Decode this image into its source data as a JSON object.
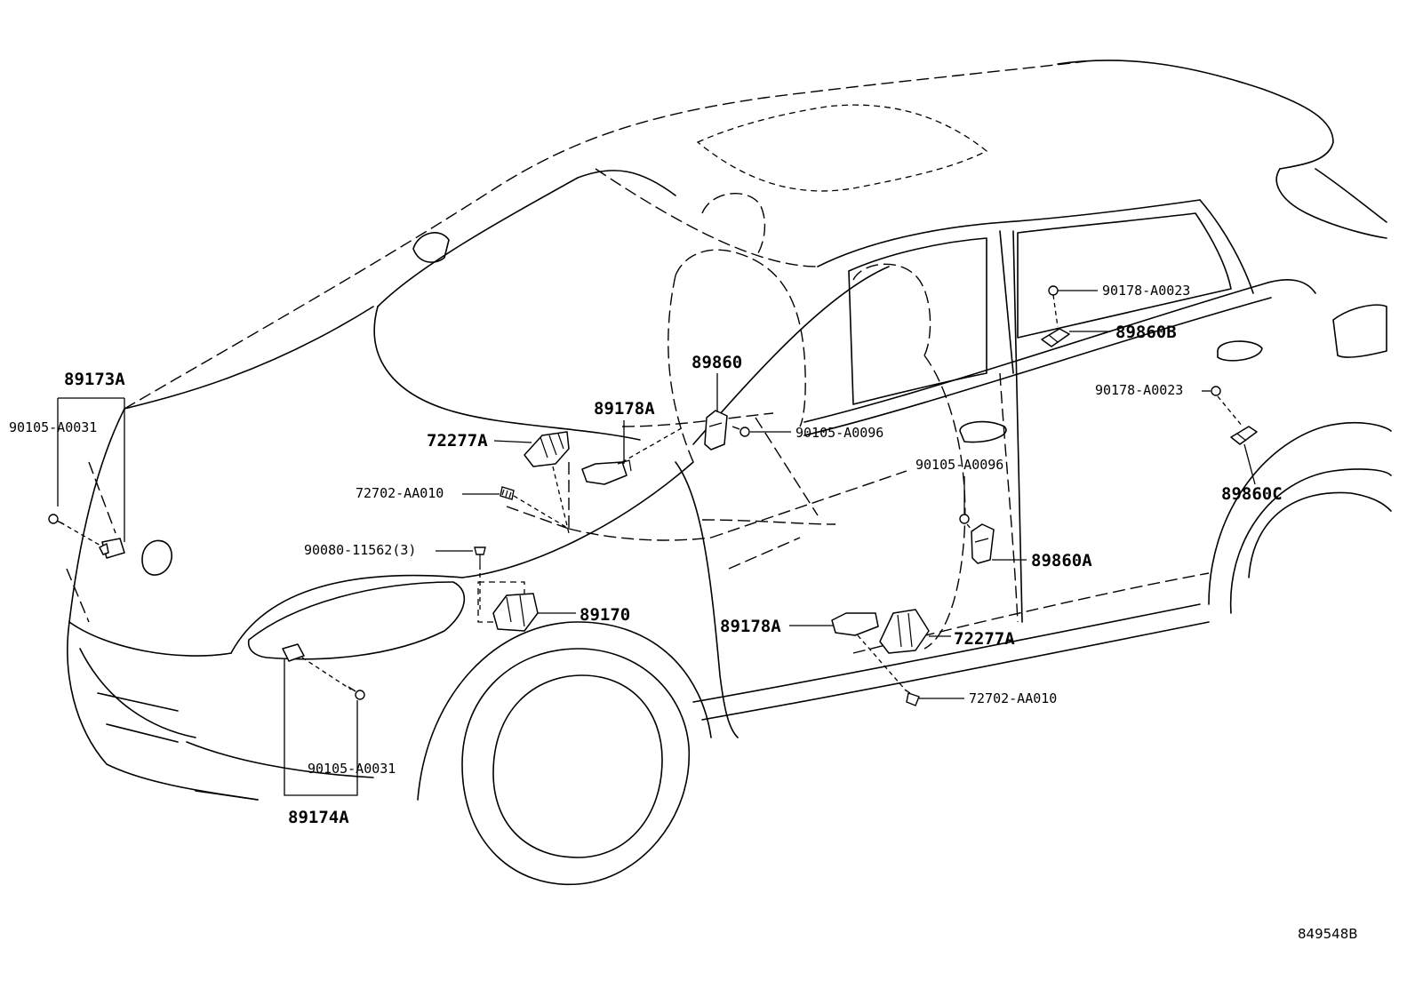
{
  "diagram": {
    "reference_code": "849548B",
    "callouts": [
      {
        "id": "c1",
        "text": "89173A"
      },
      {
        "id": "c2",
        "text": "90105-A0031"
      },
      {
        "id": "c3",
        "text": "72277A"
      },
      {
        "id": "c4",
        "text": "89178A"
      },
      {
        "id": "c5",
        "text": "89860"
      },
      {
        "id": "c6",
        "text": "90105-A0096"
      },
      {
        "id": "c7",
        "text": "72702-AA010"
      },
      {
        "id": "c8",
        "text": "90080-11562(3)"
      },
      {
        "id": "c9",
        "text": "89170"
      },
      {
        "id": "c10",
        "text": "90105-A0031"
      },
      {
        "id": "c11",
        "text": "89174A"
      },
      {
        "id": "c12",
        "text": "89178A"
      },
      {
        "id": "c13",
        "text": "72277A"
      },
      {
        "id": "c14",
        "text": "72702-AA010"
      },
      {
        "id": "c15",
        "text": "90105-A0096"
      },
      {
        "id": "c16",
        "text": "89860A"
      },
      {
        "id": "c17",
        "text": "90178-A0023"
      },
      {
        "id": "c18",
        "text": "89860B"
      },
      {
        "id": "c19",
        "text": "90178-A0023"
      },
      {
        "id": "c20",
        "text": "89860C"
      }
    ]
  }
}
